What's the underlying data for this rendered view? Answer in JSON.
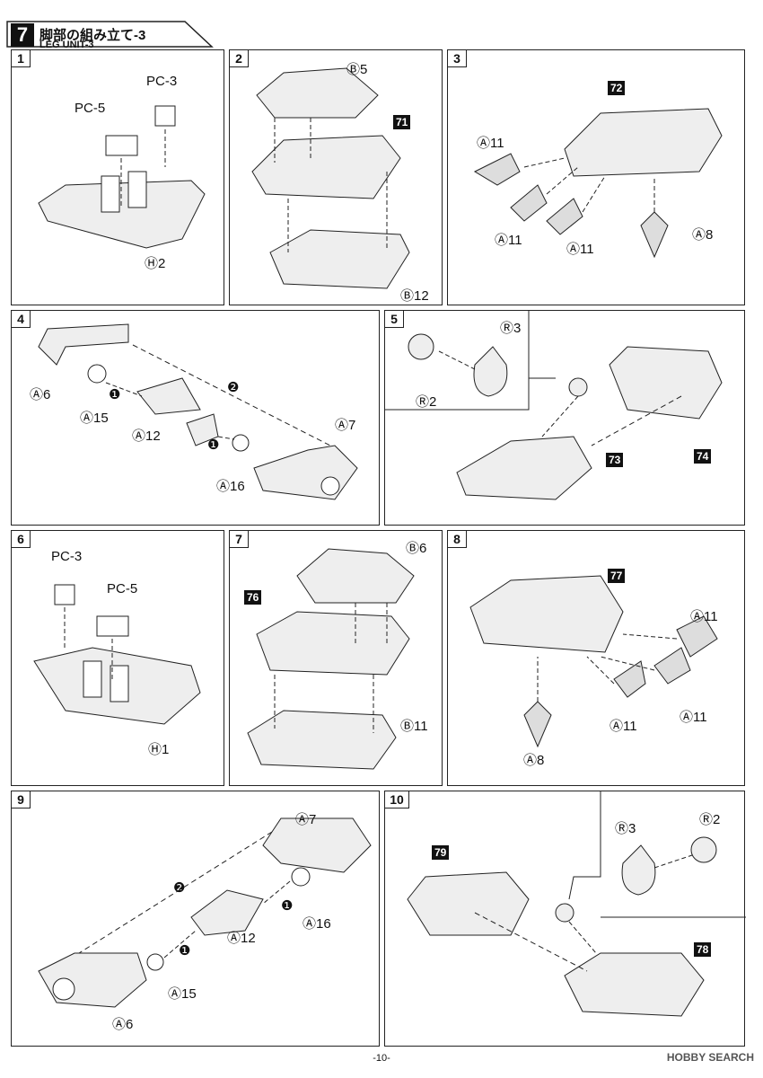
{
  "header": {
    "number": "7",
    "title_jp": "脚部の組み立て-3",
    "title_en": "LEG UNIT-3"
  },
  "steps": [
    {
      "number": "1",
      "labels": {
        "pc3": "PC-3",
        "pc5": "PC-5",
        "h2": "Ⓗ2"
      }
    },
    {
      "number": "2",
      "labels": {
        "b5": "Ⓑ5",
        "b12": "Ⓑ12",
        "ref": "71"
      }
    },
    {
      "number": "3",
      "labels": {
        "ref": "72",
        "a11a": "Ⓐ11",
        "a11b": "Ⓐ11",
        "a11c": "Ⓐ11",
        "a8": "Ⓐ8"
      }
    },
    {
      "number": "4",
      "labels": {
        "a6": "Ⓐ6",
        "a15": "Ⓐ15",
        "a12": "Ⓐ12",
        "a16": "Ⓐ16",
        "a7": "Ⓐ7",
        "o1a": "❶",
        "o1b": "❶",
        "o2": "❷"
      }
    },
    {
      "number": "5",
      "labels": {
        "r3": "Ⓡ3",
        "r2": "Ⓡ2",
        "ref3": "73",
        "ref4": "74"
      }
    },
    {
      "number": "6",
      "labels": {
        "pc3": "PC-3",
        "pc5": "PC-5",
        "h1": "Ⓗ1"
      }
    },
    {
      "number": "7",
      "labels": {
        "b6": "Ⓑ6",
        "b11": "Ⓑ11",
        "ref": "76"
      }
    },
    {
      "number": "8",
      "labels": {
        "ref": "77",
        "a11a": "Ⓐ11",
        "a11b": "Ⓐ11",
        "a11c": "Ⓐ11",
        "a8": "Ⓐ8"
      }
    },
    {
      "number": "9",
      "labels": {
        "a7": "Ⓐ7",
        "a16": "Ⓐ16",
        "a12": "Ⓐ12",
        "a15": "Ⓐ15",
        "a6": "Ⓐ6",
        "o1a": "❶",
        "o1b": "❶",
        "o2": "❷"
      }
    },
    {
      "number": "10",
      "labels": {
        "r3": "Ⓡ3",
        "r2": "Ⓡ2",
        "ref9": "79",
        "ref8": "78"
      }
    }
  ],
  "footer": {
    "page": "-10-"
  },
  "brand": "HOBBY SEARCH"
}
